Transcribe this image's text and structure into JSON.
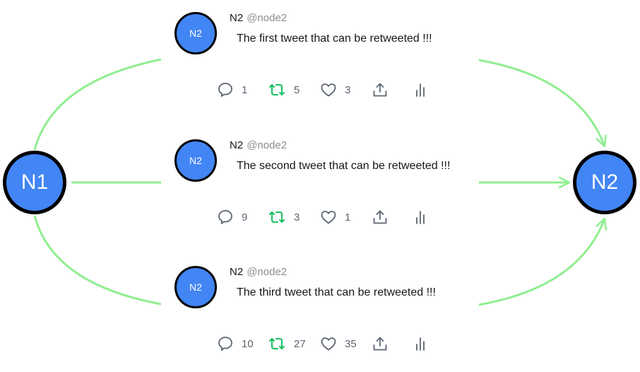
{
  "nodes": {
    "left": {
      "label": "N1"
    },
    "right": {
      "label": "N2"
    }
  },
  "colors": {
    "node_fill": "#4285f4",
    "node_border": "#000000",
    "edge": "#90ee90",
    "retweet_icon": "#17bf63",
    "action_icon": "#5b6470"
  },
  "tweets": [
    {
      "avatar_label": "N2",
      "name": "N2",
      "handle": "@node2",
      "text": "The first tweet that can be retweeted !!!",
      "replies": "1",
      "retweets": "5",
      "likes": "3"
    },
    {
      "avatar_label": "N2",
      "name": "N2",
      "handle": "@node2",
      "text": "The second tweet that can be retweeted !!!",
      "replies": "9",
      "retweets": "3",
      "likes": "1"
    },
    {
      "avatar_label": "N2",
      "name": "N2",
      "handle": "@node2",
      "text": "The third tweet that can be retweeted !!!",
      "replies": "10",
      "retweets": "27",
      "likes": "35"
    }
  ]
}
